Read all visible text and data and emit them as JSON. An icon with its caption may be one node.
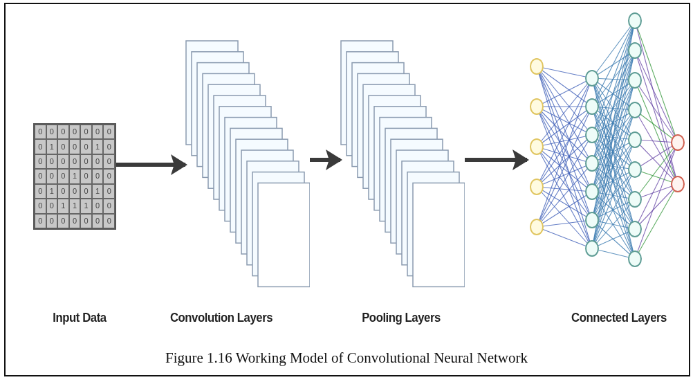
{
  "diagram": {
    "caption": "Figure 1.16 Working Model of Convolutional Neural Network",
    "nodes": [
      {
        "text": [],
        "shape": "grid"
      },
      {
        "text": [],
        "shape": "stack"
      },
      {
        "text": [],
        "shape": "stack"
      },
      {
        "text": [],
        "shape": "picture"
      }
    ],
    "edges": [
      {
        "from": 0,
        "to": 1,
        "arrow": "to"
      },
      {
        "from": 1,
        "to": 2,
        "arrow": "to"
      },
      {
        "from": 2,
        "to": 3,
        "arrow": "to"
      }
    ],
    "labels": [
      "0",
      "0",
      "0",
      "0",
      "0",
      "0",
      "0",
      "0",
      "1",
      "0",
      "0",
      "0",
      "1",
      "0",
      "0",
      "0",
      "0",
      "0",
      "0",
      "0",
      "0",
      "0",
      "0",
      "0",
      "1",
      "0",
      "0",
      "0",
      "0",
      "1",
      "0",
      "0",
      "0",
      "1",
      "0",
      "0",
      "0",
      "1",
      "1",
      "1",
      "0",
      "0",
      "0",
      "0",
      "0",
      "0",
      "0",
      "0",
      "0",
      "Input Data",
      "Convolution Layers",
      "Pooling Layers",
      "Connected Layers"
    ]
  }
}
